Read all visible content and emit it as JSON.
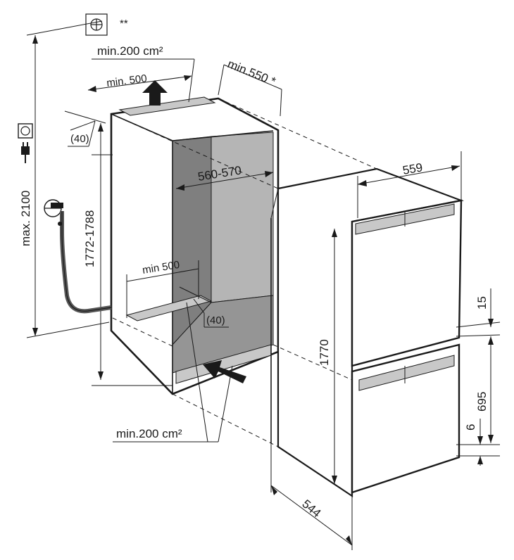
{
  "labels": {
    "min200_top": "min.200 cm²",
    "min500_top": "min. 500",
    "min550": "min.550 *",
    "d40_top": "(40)",
    "max2100": "max. 2100",
    "h1772": "1772-1788",
    "w560": "560-570",
    "min500_bottom": "min 500",
    "d40_bottom": "(40)",
    "min200_bottom": "min.200 cm²",
    "w559": "559",
    "h1770": "1770",
    "d15": "15",
    "d695": "695",
    "d6": "6",
    "d544": "544",
    "stars": "**"
  },
  "colors": {
    "line": "#1a1a1a",
    "niche_back": "#a9a9a9",
    "niche_side": "#7d7d7d",
    "niche_floor": "#909090",
    "grille": "#c8c8c8",
    "fridge": "#ffffff"
  },
  "icons": [
    "water-tap-icon",
    "plug-icon",
    "socket-icon",
    "water-connection-icon"
  ]
}
